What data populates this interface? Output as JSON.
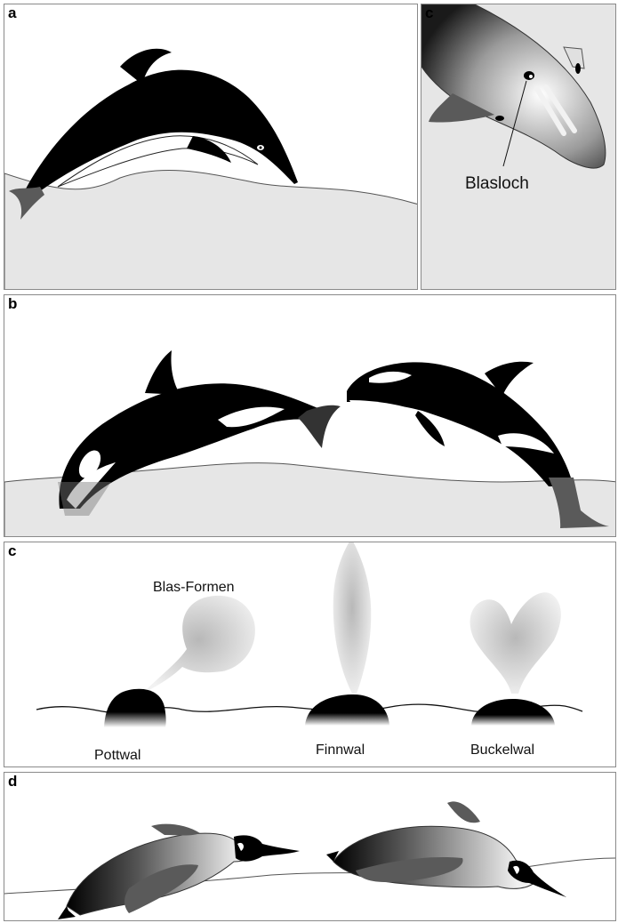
{
  "panels": {
    "dolphin": {
      "label": "a"
    },
    "blowhole": {
      "label": "c",
      "annotation": "Blasloch"
    },
    "orcas": {
      "label": "b"
    },
    "spouts": {
      "label": "c",
      "title": "Blas-Formen",
      "whales": [
        {
          "name": "Pottwal"
        },
        {
          "name": "Finnwal"
        },
        {
          "name": "Buckelwal"
        }
      ]
    },
    "penguins": {
      "label": "d"
    }
  },
  "colors": {
    "water": "#e6e6e6",
    "animal": "#000000",
    "belly": "#ffffff",
    "fin_gray": "#5a5a5a",
    "outline": "#444444"
  }
}
